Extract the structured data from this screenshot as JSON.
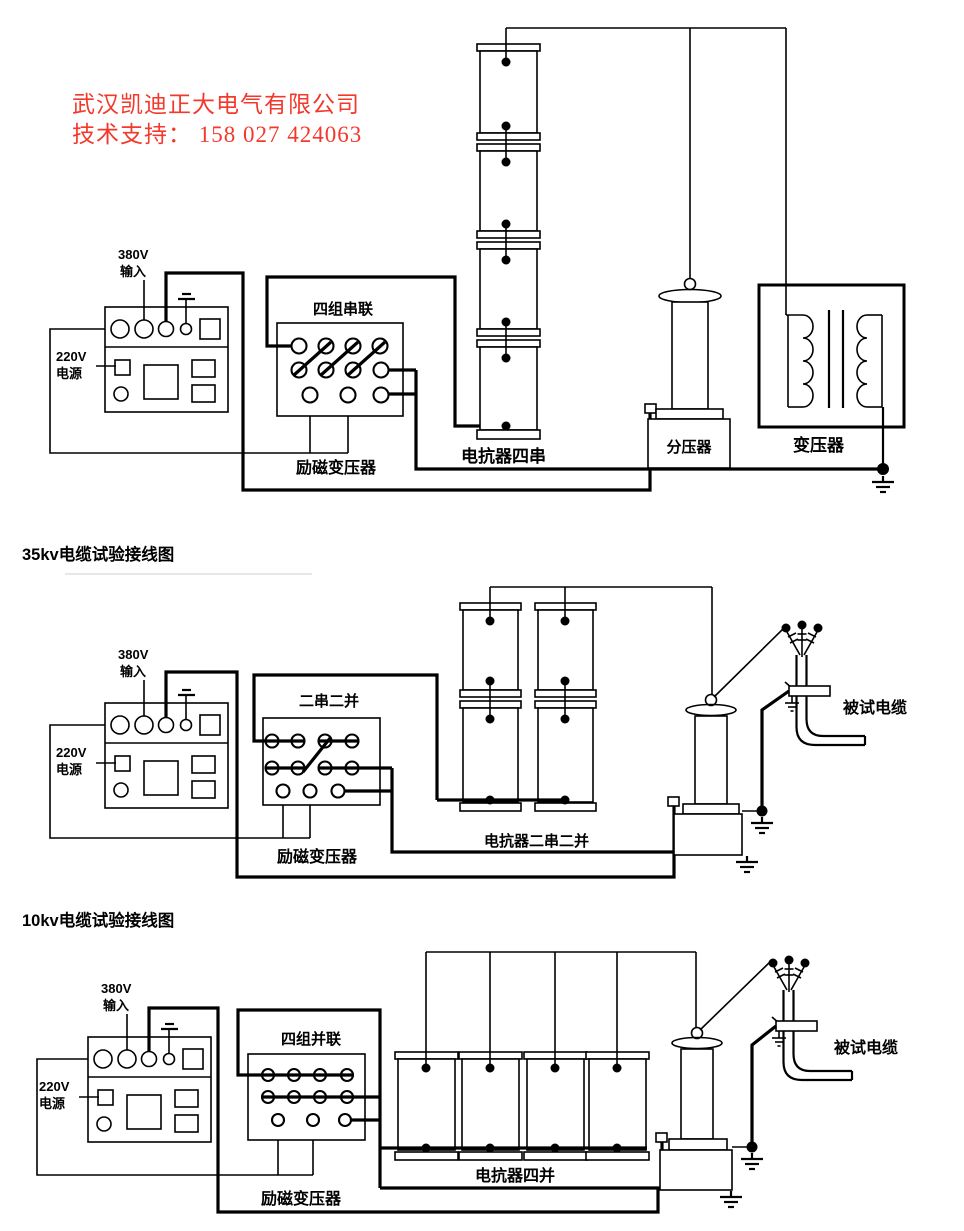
{
  "header": {
    "company_line": "武汉凯迪正大电气有限公司",
    "support_line": "技术支持： 158 027 424063",
    "text_color": "#f2392c"
  },
  "common": {
    "v380": "380V",
    "v380_sub": "输入",
    "v220": "220V",
    "v220_sub": "电源",
    "excitation_transformer": "励磁变压器",
    "cable_under_test": "被试电缆"
  },
  "diagram1": {
    "config_label": "四组串联",
    "reactor_label": "电抗器四串",
    "divider_label": "分压器",
    "transformer_label": "变压器"
  },
  "diagram2": {
    "title": "35kv电缆试验接线图",
    "config_label": "二串二并",
    "reactor_label": "电抗器二串二并"
  },
  "diagram3": {
    "title": "10kv电缆试验接线图",
    "config_label": "四组并联",
    "reactor_label": "电抗器四并"
  }
}
